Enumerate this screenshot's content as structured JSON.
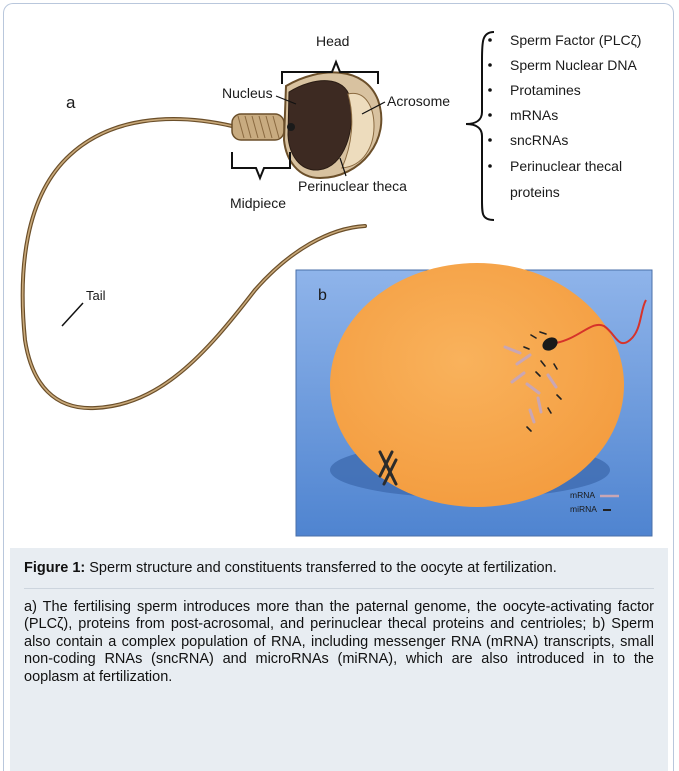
{
  "panel_a": {
    "letter": "a",
    "labels": {
      "head": "Head",
      "nucleus": "Nucleus",
      "acrosome": "Acrosome",
      "midpiece": "Midpiece",
      "perinuclear_theca": "Perinuclear theca",
      "tail": "Tail"
    },
    "constituents": [
      "Sperm Factor (PLCζ)",
      "Sperm Nuclear DNA",
      "Protamines",
      "mRNAs",
      "sncRNAs",
      "Perinuclear thecal",
      "proteins"
    ]
  },
  "panel_b": {
    "letter": "b",
    "legend": [
      {
        "label": "mRNA",
        "color": "#c9a6b4"
      },
      {
        "label": "miRNA",
        "color": "#222222"
      }
    ],
    "colors": {
      "background": "#5b8fd6",
      "oocyte": "#f7a64a",
      "sperm_tail": "#d6332a"
    }
  },
  "caption": {
    "figure_label": "Figure 1:",
    "figure_title": " Sperm structure and constituents transferred to the oocyte at fertilization.",
    "body": "a) The fertilising sperm introduces more than the paternal genome, the oocyte-activating factor (PLCζ), proteins from post-acrosomal, and perinuclear thecal proteins and centrioles; b) Sperm also contain a complex population of RNA, including messenger RNA (mRNA) transcripts, small non-coding RNAs (sncRNA) and microRNAs (miRNA), which are also introduced in to the ooplasm at fertilization."
  }
}
